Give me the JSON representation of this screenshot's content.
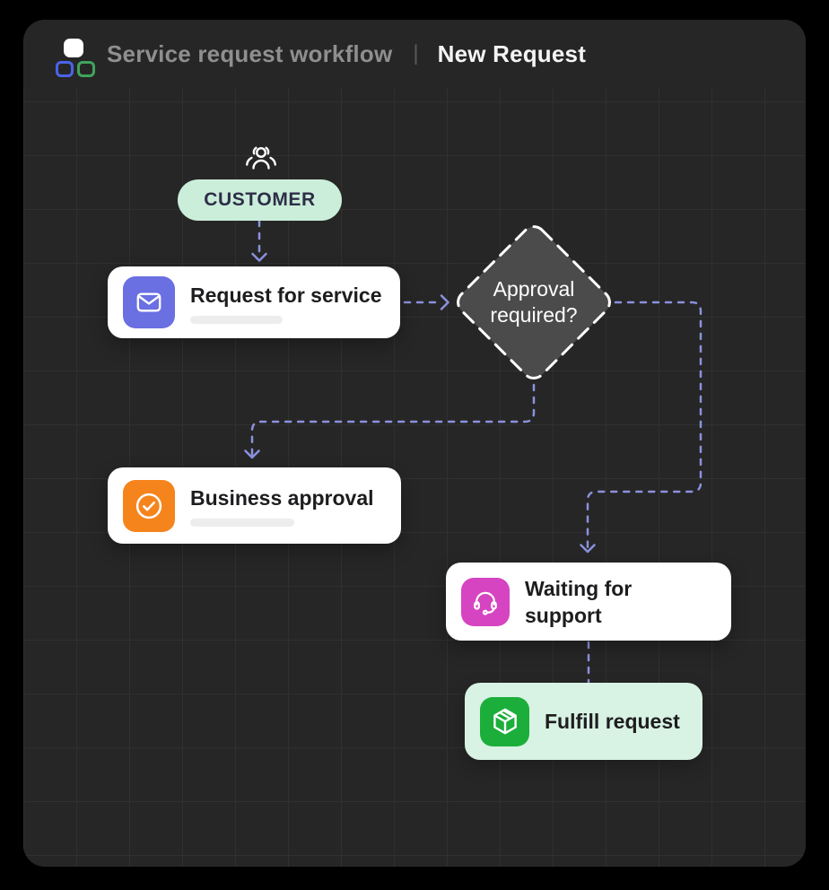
{
  "app": {
    "title": "Service request workflow",
    "divider": "|",
    "document_name": "New Request"
  },
  "workflow": {
    "customer": {
      "label": "CUSTOMER",
      "icon": "people-icon"
    },
    "request_for_service": {
      "title": "Request for service",
      "icon": "envelope-icon",
      "icon_color": "#6A6FE2"
    },
    "approval_required": {
      "label": "Approval required?",
      "shape": "diamond"
    },
    "business_approval": {
      "title": "Business approval",
      "icon": "check-circle-icon",
      "icon_color": "#F6841C"
    },
    "waiting_for_support": {
      "title": "Waiting for support",
      "icon": "headset-icon",
      "icon_color": "#D644C1"
    },
    "fulfill_request": {
      "title": "Fulfill request",
      "icon": "package-icon",
      "icon_color": "#1CAE3B"
    }
  },
  "colors": {
    "page_background": "#000000",
    "window_background": "#262626",
    "grid_line": "#303030",
    "connector": "#8B91DE",
    "customer_pill": "#CBEEDA",
    "fulfill_card": "#D8F2E3",
    "decision_fill": "#4B4B4B",
    "card": "#FFFFFF",
    "logo_blue": "#4B63E8",
    "logo_green": "#3FA45A"
  }
}
